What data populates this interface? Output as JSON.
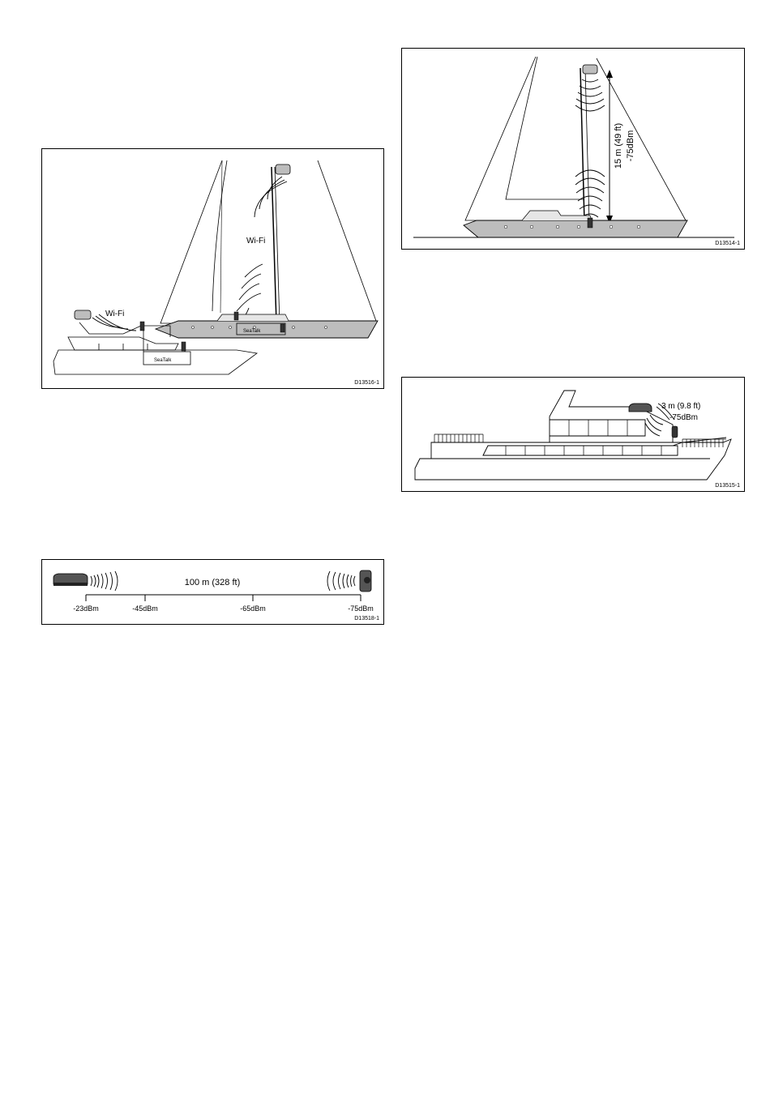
{
  "figures": {
    "two_boats": {
      "id": "D13516-1",
      "sail_wifi_label": "Wi-Fi",
      "power_wifi_label": "Wi-Fi",
      "sail_seatalk_label": "SeaTalk",
      "power_seatalk_label": "SeaTalk"
    },
    "sailboat_mast": {
      "id": "D13514-1",
      "distance_label": "15 m (49 ft)",
      "signal_label": "-75dBm"
    },
    "motor_yacht": {
      "id": "D13515-1",
      "distance_label": "3 m (9.8 ft)",
      "signal_label": "-75dBm"
    },
    "signal_scale": {
      "id": "D13518-1",
      "distance_label": "100 m (328 ft)",
      "ticks": [
        "-23dBm",
        "-45dBm",
        "-65dBm",
        "-75dBm"
      ]
    }
  }
}
